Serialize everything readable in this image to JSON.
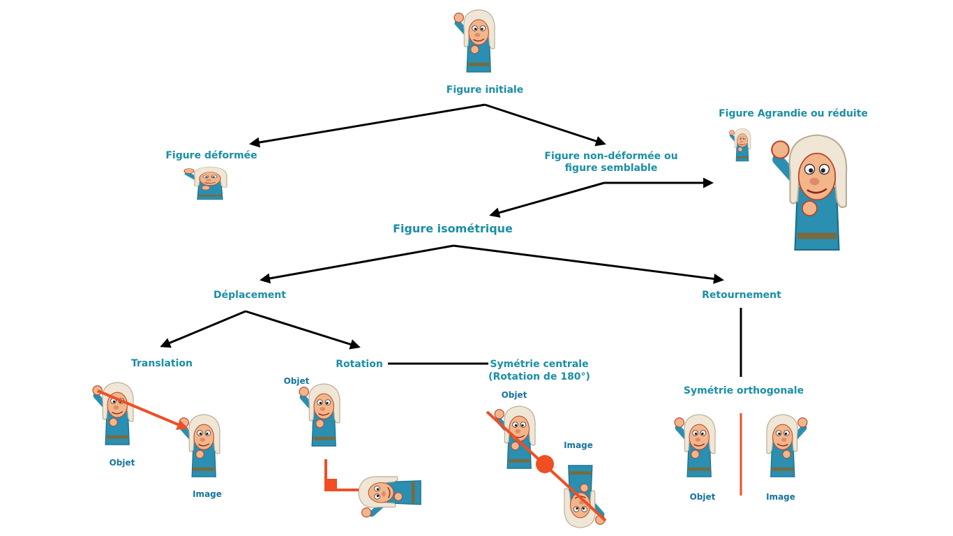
{
  "labels": {
    "initial": "Figure initiale",
    "deformed": "Figure déformée",
    "non_deformed_1": "Figure non-déformée ou",
    "non_deformed_2": "figure semblable",
    "enlarged": "Figure Agrandie ou réduite",
    "isometric": "Figure  isométrique",
    "displacement": "Déplacement",
    "reversal": "Retournement",
    "translation": "Translation",
    "rotation": "Rotation",
    "central_symmetry_1": "Symétrie centrale",
    "central_symmetry_2": "(Rotation de 180°)",
    "orthogonal_symmetry": "Symétrie orthogonale",
    "translation_object": "Objet",
    "translation_image": "Image",
    "rotation_object": "Objet",
    "central_object": "Objet",
    "central_image": "Image",
    "ortho_object": "Objet",
    "ortho_image": "Image"
  },
  "colors": {
    "label": "#1a8ea6",
    "arrow": "#000000",
    "marker": "#f04e23",
    "tunic": "#2a8fb0",
    "skin": "#f3b58a",
    "hair": "#efe6d6"
  },
  "icons": {
    "character": "cartoon-character-raising-fist"
  }
}
